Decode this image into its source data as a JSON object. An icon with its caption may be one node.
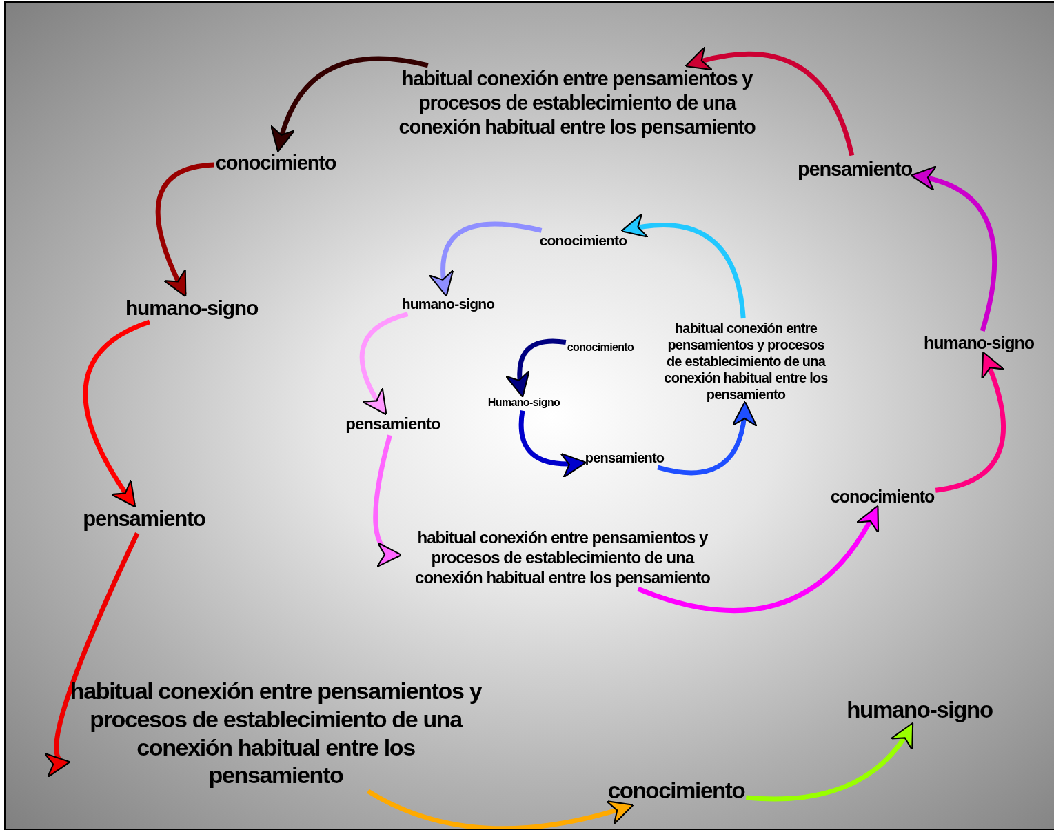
{
  "diagram": {
    "nodes": [
      {
        "text": [
          "conocimiento"
        ]
      },
      {
        "text": [
          "Humano-signo"
        ]
      },
      {
        "text": [
          "pensamiento"
        ]
      },
      {
        "text": [
          "habitual conexión entre pensamientos y procesos de establecimiento de una conexión habitual entre los pensamiento"
        ]
      },
      {
        "text": [
          "conocimiento"
        ]
      },
      {
        "text": [
          "humano-signo"
        ]
      },
      {
        "text": [
          "pensamiento"
        ]
      },
      {
        "text": [
          "habitual conexión entre pensamientos y procesos de establecimiento de una conexión habitual entre los pensamiento"
        ]
      },
      {
        "text": [
          "conocimiento"
        ]
      },
      {
        "text": [
          "humano-signo"
        ]
      },
      {
        "text": [
          "pensamiento"
        ]
      },
      {
        "text": [
          "habitual conexión entre pensamientos y procesos de establecimiento de una conexión habitual entre los pensamiento"
        ]
      },
      {
        "text": [
          "conocimiento"
        ]
      },
      {
        "text": [
          "humano-signo"
        ]
      },
      {
        "text": [
          "pensamiento"
        ]
      },
      {
        "text": [
          "habitual conexión entre pensamientos y procesos de establecimiento de una conexión habitual entre los pensamiento"
        ]
      },
      {
        "text": [
          "conocimiento"
        ]
      },
      {
        "text": [
          "humano-signo"
        ]
      }
    ],
    "edges": [
      {
        "from": 0,
        "to": 1,
        "arrow": "to",
        "color": "#000080"
      },
      {
        "from": 1,
        "to": 2,
        "arrow": "to",
        "color": "#0000cc"
      },
      {
        "from": 2,
        "to": 3,
        "arrow": "to",
        "color": "#1f4fff"
      },
      {
        "from": 3,
        "to": 4,
        "arrow": "to",
        "color": "#22c8ff"
      },
      {
        "from": 4,
        "to": 5,
        "arrow": "to",
        "color": "#8f8fff"
      },
      {
        "from": 5,
        "to": 6,
        "arrow": "to",
        "color": "#ff99ff"
      },
      {
        "from": 6,
        "to": 7,
        "arrow": "to",
        "color": "#ff66ff"
      },
      {
        "from": 7,
        "to": 8,
        "arrow": "to",
        "color": "#ff00ff"
      },
      {
        "from": 8,
        "to": 9,
        "arrow": "to",
        "color": "#ff0080"
      },
      {
        "from": 9,
        "to": 10,
        "arrow": "to",
        "color": "#cc00cc"
      },
      {
        "from": 10,
        "to": 11,
        "arrow": "to",
        "color": "#cc0033"
      },
      {
        "from": 11,
        "to": 12,
        "arrow": "to",
        "color": "#330000"
      },
      {
        "from": 12,
        "to": 13,
        "arrow": "to",
        "color": "#990000"
      },
      {
        "from": 13,
        "to": 14,
        "arrow": "to",
        "color": "#ff0000"
      },
      {
        "from": 14,
        "to": 15,
        "arrow": "to",
        "color": "#ee0000"
      },
      {
        "from": 15,
        "to": 16,
        "arrow": "to",
        "color": "#ffaa00"
      },
      {
        "from": 16,
        "to": 17,
        "arrow": "to",
        "color": "#99ff00"
      }
    ]
  }
}
